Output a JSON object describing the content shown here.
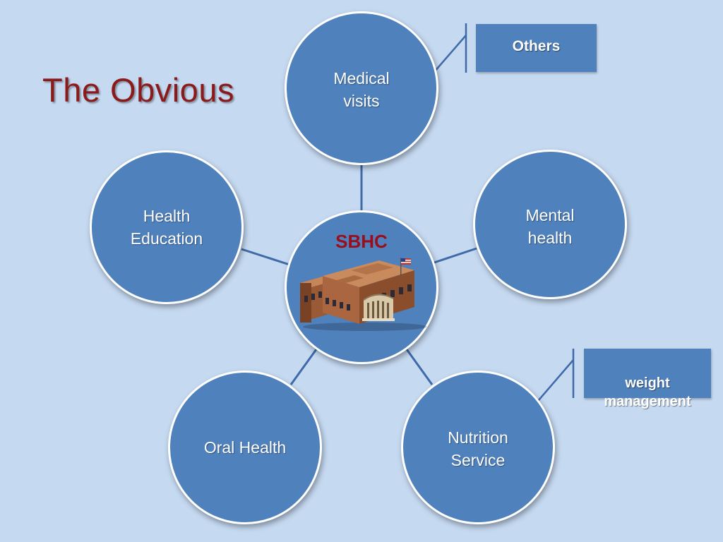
{
  "slide": {
    "title": "The Obvious"
  },
  "center": {
    "label": "SBHC",
    "image_icon": "school-building-icon"
  },
  "nodes": [
    {
      "id": "medical",
      "label": "Medical\nvisits"
    },
    {
      "id": "mental",
      "label": "Mental\nhealth"
    },
    {
      "id": "nutrition",
      "label": "Nutrition\nService"
    },
    {
      "id": "oral",
      "label": "Oral Health"
    },
    {
      "id": "education",
      "label": "Health\nEducation"
    }
  ],
  "callouts": [
    {
      "id": "others",
      "label": "Others"
    },
    {
      "id": "weight",
      "label": "weight\nmanagement"
    }
  ],
  "colors": {
    "background": "#c5d9f1",
    "node_fill": "#4f81bd",
    "title": "#8b1a1a",
    "center_label": "#9b0d1a"
  }
}
